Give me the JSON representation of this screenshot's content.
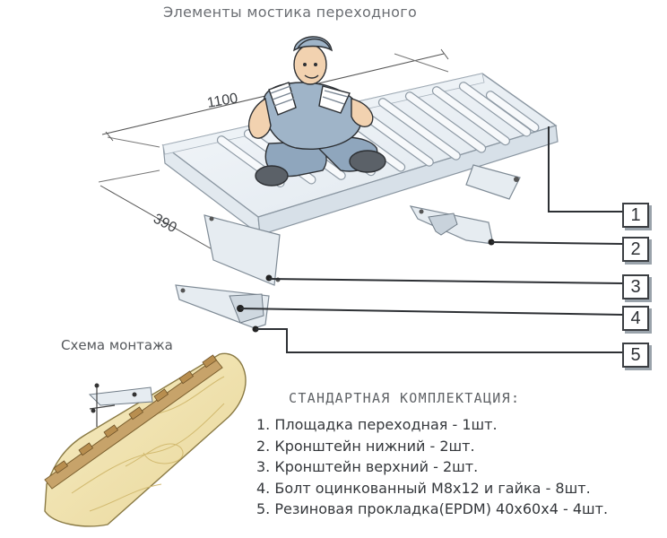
{
  "title": "Элементы мостика переходного",
  "dimensions": {
    "length": "1100",
    "width": "390"
  },
  "callouts": [
    "1",
    "2",
    "3",
    "4",
    "5"
  ],
  "scheme_label": "Схема монтажа",
  "kit": {
    "heading": "СТАНДАРТНАЯ КОМПЛЕКТАЦИЯ:",
    "items": [
      "1. Площадка переходная - 1шт.",
      "2. Кронштейн нижний - 2шт.",
      "3. Кронштейн верхний  - 2шт.",
      "4. Болт оцинкованный М8х12 и гайка - 8шт.",
      "5. Резиновая прокладка(EPDM) 40х60х4 - 4шт."
    ]
  },
  "colors": {
    "platform_fill": "#eef3f8",
    "platform_edge": "#9aa8b4",
    "leader": "#2d3034",
    "wood": "#f3e6b4",
    "wood_grain": "#d9c37a",
    "shingle": "#b9935a"
  }
}
